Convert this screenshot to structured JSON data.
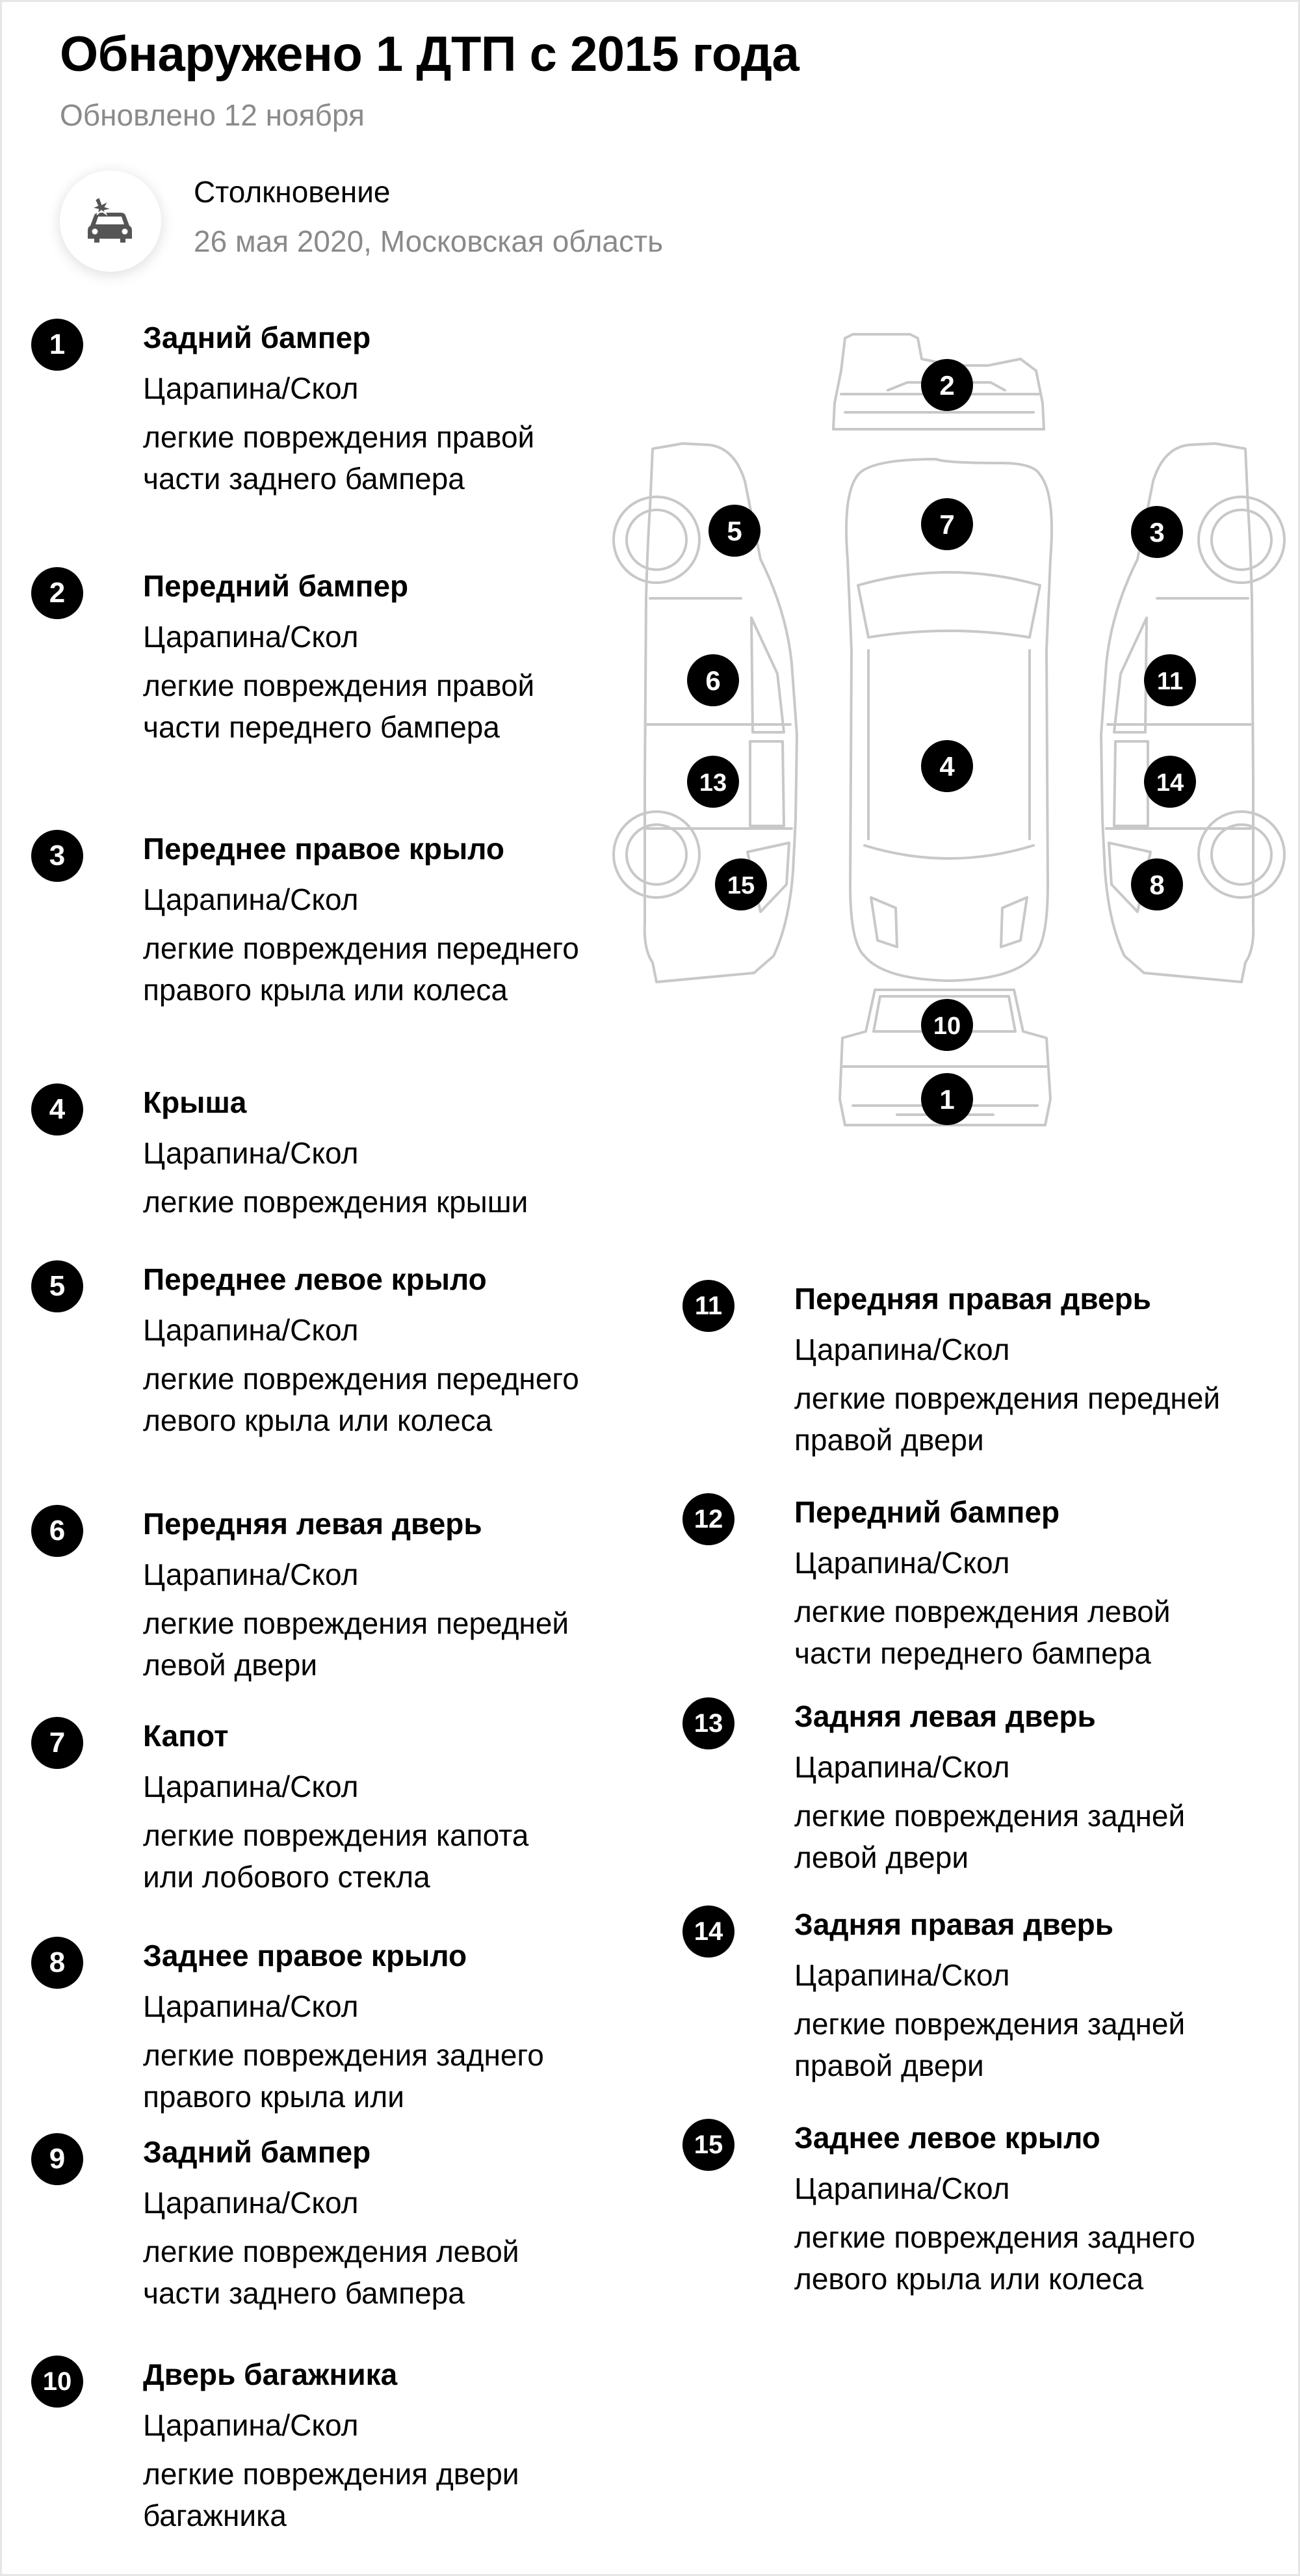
{
  "header": {
    "title": "Обнаружено 1 ДТП с 2015 года",
    "updated": "Обновлено 12 ноября"
  },
  "accident": {
    "icon": "car-crash-icon",
    "type": "Столкновение",
    "date": "26 мая 2020, Московская область"
  },
  "damages": [
    {
      "num": "1",
      "part": "Задний бампер",
      "kind": "Царапина/Скол",
      "desc": "легкие повреждения правой части заднего бампера"
    },
    {
      "num": "2",
      "part": "Передний бампер",
      "kind": "Царапина/Скол",
      "desc": "легкие повреждения правой части переднего бампера"
    },
    {
      "num": "3",
      "part": "Переднее правое крыло",
      "kind": "Царапина/Скол",
      "desc": "легкие повреждения переднего правого крыла или колеса"
    },
    {
      "num": "4",
      "part": "Крыша",
      "kind": "Царапина/Скол",
      "desc": "легкие повреждения крыши"
    },
    {
      "num": "5",
      "part": "Переднее левое крыло",
      "kind": "Царапина/Скол",
      "desc": "легкие повреждения переднего левого крыла или колеса"
    },
    {
      "num": "6",
      "part": "Передняя левая дверь",
      "kind": "Царапина/Скол",
      "desc": "легкие повреждения передней левой двери"
    },
    {
      "num": "7",
      "part": "Капот",
      "kind": "Царапина/Скол",
      "desc": "легкие повреждения капота или лобового стекла"
    },
    {
      "num": "8",
      "part": "Заднее правое крыло",
      "kind": "Царапина/Скол",
      "desc": "легкие повреждения заднего правого крыла или"
    },
    {
      "num": "9",
      "part": "Задний бампер",
      "kind": "Царапина/Скол",
      "desc": "легкие повреждения левой части заднего бампера"
    },
    {
      "num": "10",
      "part": "Дверь багажника",
      "kind": "Царапина/Скол",
      "desc": "легкие повреждения двери багажника"
    },
    {
      "num": "11",
      "part": "Передняя правая дверь",
      "kind": "Царапина/Скол",
      "desc": "легкие повреждения передней правой двери"
    },
    {
      "num": "12",
      "part": "Передний бампер",
      "kind": "Царапина/Скол",
      "desc": "легкие повреждения левой части переднего бампера"
    },
    {
      "num": "13",
      "part": "Задняя левая дверь",
      "kind": "Царапина/Скол",
      "desc": "легкие повреждения задней левой двери"
    },
    {
      "num": "14",
      "part": "Задняя правая дверь",
      "kind": "Царапина/Скол",
      "desc": "легкие повреждения задней правой двери"
    },
    {
      "num": "15",
      "part": "Заднее левое крыло",
      "kind": "Царапина/Скол",
      "desc": "легкие повреждения заднего левого крыла или колеса"
    }
  ],
  "diagram": {
    "markers": [
      "2",
      "7",
      "5",
      "3",
      "6",
      "11",
      "4",
      "13",
      "14",
      "15",
      "8",
      "10",
      "1"
    ]
  }
}
